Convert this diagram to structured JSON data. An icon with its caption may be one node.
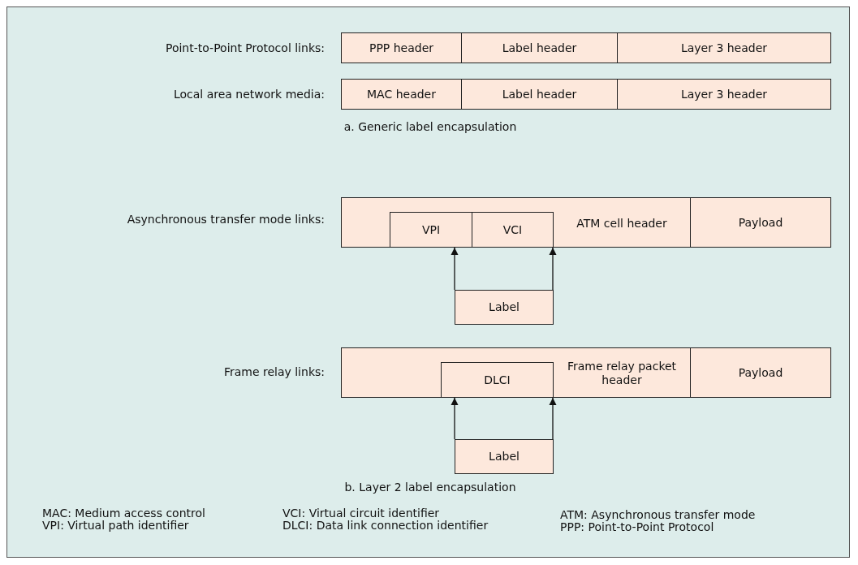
{
  "diagram": {
    "nodes": [
      {
        "text": [
          "PPP header"
        ]
      },
      {
        "text": [
          "Label header"
        ]
      },
      {
        "text": [
          "Layer 3 header"
        ]
      },
      {
        "text": [
          "MAC header"
        ]
      },
      {
        "text": [
          "Label header"
        ]
      },
      {
        "text": [
          "Layer 3 header"
        ]
      },
      {
        "text": [
          "ATM cell header"
        ]
      },
      {
        "text": [
          "VPI"
        ],
        "in": 6
      },
      {
        "text": [
          "VCI"
        ],
        "in": 6
      },
      {
        "text": [
          "Payload"
        ]
      },
      {
        "text": [
          "Label"
        ]
      },
      {
        "text": [
          "Frame relay packet header"
        ]
      },
      {
        "text": [
          "DLCI"
        ],
        "in": 11
      },
      {
        "text": [
          "Payload"
        ]
      },
      {
        "text": [
          "Label"
        ]
      }
    ],
    "edges": [
      {
        "from": 10,
        "to": 7,
        "arrow": "to"
      },
      {
        "from": 10,
        "to": 8,
        "arrow": "to"
      },
      {
        "from": 14,
        "to": 12,
        "arrow": "to"
      },
      {
        "from": 14,
        "to": 12,
        "arrow": "to"
      }
    ],
    "labels": [
      "Point-to-Point Protocol links:",
      "Local area network media:",
      "a. Generic label encapsulation",
      "Asynchronous transfer mode links:",
      "Frame relay links:",
      "b. Layer 2 label encapsulation",
      "MAC: Medium access control",
      "VPI: Virtual path identifier",
      "VCI: Virtual circuit identifier",
      "DLCI: Data link connection identifier",
      "ATM: Asynchronous transfer mode",
      "PPP: Point-to-Point Protocol"
    ]
  }
}
